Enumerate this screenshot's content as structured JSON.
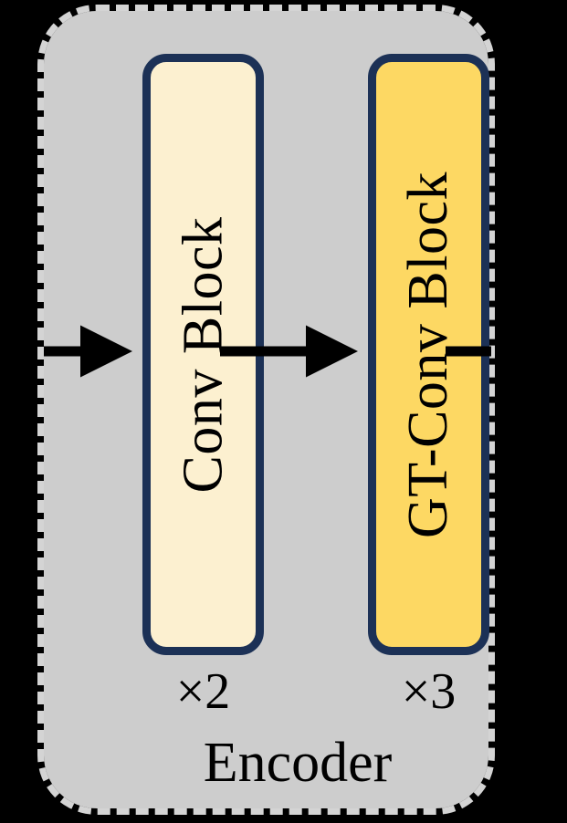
{
  "figure": {
    "type": "neural-network-block-diagram",
    "caption": "Encoder",
    "background_color": "#000000",
    "container_fill": "#cdcdcd",
    "container_border_style": "dashed",
    "container_border_color": "#d4d4d4"
  },
  "blocks": [
    {
      "id": "conv-block",
      "label": "Conv Block",
      "repeat_label": "×2",
      "repeat_count": 2,
      "fill_color": "#fcf0d0",
      "border_color": "#1c3156",
      "text_orientation": "vertical-bottom-to-top"
    },
    {
      "id": "gt-conv-block",
      "label": "GT-Conv Block",
      "repeat_label": "×3",
      "repeat_count": 3,
      "fill_color": "#fdd863",
      "border_color": "#1c3156",
      "text_orientation": "vertical-bottom-to-top"
    }
  ],
  "connections": [
    {
      "id": "input-arrow",
      "from": "input",
      "to": "conv-block",
      "style": "solid-arrow",
      "color": "#000000"
    },
    {
      "id": "middle-arrow",
      "from": "conv-block",
      "to": "gt-conv-block",
      "style": "solid-arrow",
      "color": "#000000"
    },
    {
      "id": "output-line",
      "from": "gt-conv-block",
      "to": "output",
      "style": "solid-line",
      "color": "#000000"
    }
  ]
}
